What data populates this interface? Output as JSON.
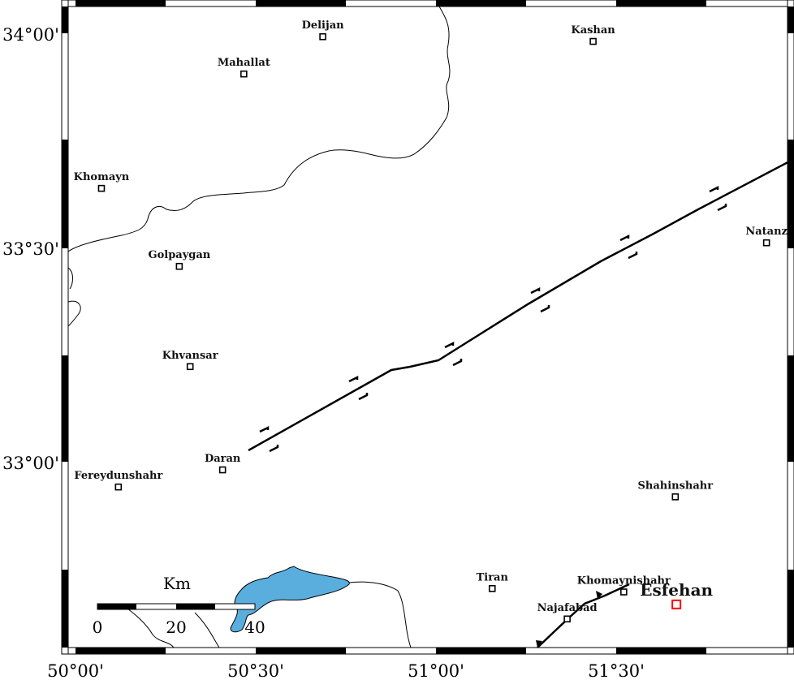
{
  "map": {
    "axis_labels": {
      "lat": [
        "34°00'",
        "33°30'",
        "33°00'"
      ],
      "lon": [
        "50°00'",
        "50°30'",
        "51°00'",
        "51°30'"
      ]
    },
    "cities": [
      {
        "name": "Delijan",
        "lon": 50.686,
        "lat": 33.992
      },
      {
        "name": "Kashan",
        "lon": 51.436,
        "lat": 33.981
      },
      {
        "name": "Mahallat",
        "lon": 50.467,
        "lat": 33.905
      },
      {
        "name": "Khomayn",
        "lon": 50.072,
        "lat": 33.638
      },
      {
        "name": "Golpaygan",
        "lon": 50.288,
        "lat": 33.456
      },
      {
        "name": "Natanz",
        "lon": 51.917,
        "lat": 33.511
      },
      {
        "name": "Khvansar",
        "lon": 50.318,
        "lat": 33.222
      },
      {
        "name": "Daran",
        "lon": 50.408,
        "lat": 32.981
      },
      {
        "name": "Fereydunshahr",
        "lon": 50.119,
        "lat": 32.941
      },
      {
        "name": "Shahinshahr",
        "lon": 51.664,
        "lat": 32.918
      },
      {
        "name": "Tiran",
        "lon": 51.156,
        "lat": 32.704
      },
      {
        "name": "Khomaynishahr",
        "lon": 51.521,
        "lat": 32.696
      },
      {
        "name": "Najafabad",
        "lon": 51.364,
        "lat": 32.633
      }
    ],
    "capital": {
      "name": "Esfehan",
      "lon": 51.667,
      "lat": 32.667,
      "color": "#ff0000"
    },
    "scale_bar": {
      "unit": "Km",
      "ticks": [
        "0",
        "20",
        "40"
      ]
    },
    "colors": {
      "water": "#5aaede",
      "frame": "#000000",
      "fault": "#000000"
    }
  }
}
